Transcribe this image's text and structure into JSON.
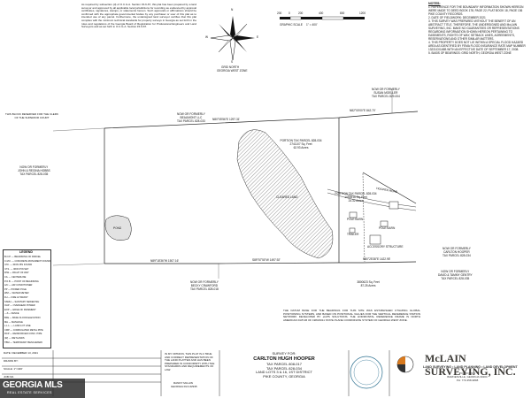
{
  "north_arrow": {
    "label": "GRID NORTH",
    "zone": "GEORGIA WEST ZONE",
    "n": "N",
    "e": "E",
    "s": "S",
    "w": "W"
  },
  "scale_bar": {
    "label": "GRAPHIC SCALE",
    "ratio": "1\" = 400'",
    "ticks": [
      "200",
      "0",
      "200",
      "400",
      "800",
      "1200"
    ]
  },
  "notes": {
    "title": "NOTES:",
    "items": [
      "1. REFERENCE FOR THE BOUNDARY INFORMATION SHOWN HEREON WERE MADE TO DEED BOOK 178, PAGE 22; PLAT BOOK 18, PAGE 136 PIKE COUNTY RECORDS.",
      "2. DATE OF FIELDWORK: DECEMBER 2021",
      "3. THIS SURVEY WAS PREPARED WITHOUT THE BENEFIT OF AN ABSTRACT TITLE, THEREFORE, THE UNDERSIGNED AND McLAIN SURVEYING, INC. MAKE NO GUARANTEES OR REPRESENTATIONS REGARDING INFORMATION SHOWN HEREON PERTAINING TO EASEMENTS, RIGHTS OF WAY, SETBACK LINES, AGREEMENTS, RESERVATIONS AND OTHER SIMILAR MATTERS.",
      "4. THIS PROPERTY DOES NOT LIE WITHIN A SPECIAL FLOOD HAZARD AREA AS IDENTIFIED BY FEMA FLOOD INSURANCE RATE MAP NUMBER 13231C0145B WITH AN EFFECTIVE DATE OF SEPTEMBER 17, 2008.",
      "5. BASIS OF BEARINGS: GRID NORTH, GEORGIA WEST ZONE"
    ]
  },
  "cert_text": "As required by subsection (d) of O.C.G.A. Section 15-6-67, this plat has been prepared by a land surveyor and approved by all applicable local jurisdictions for recording as evidenced by approval certificates, signatures, stamps, or statements hereon. Such approvals or affirmations should be confirmed with the appropriate governmental bodies by any purchaser or user of this plat as to intended use of any parcel. Furthermore, the undersigned land surveyor certifies that this plat complies with the minimum technical standards for property surveys in Georgia as set forth in the rules and regulations of the Georgia Board of Registration for Professional Engineers and Land Surveyors and as set forth in O.C.G.A. Section 15-6-67.",
  "clerk_space": "THIS BLOCK RESERVED FOR THE CLERK OF THE SUPERIOR COURT",
  "parcels": {
    "portion_a": {
      "name": "PORTION TAX PARCEL 828-034",
      "sqft": "2741107 Sq. Feet",
      "acres": "62.93 Acres"
    },
    "portion_b": {
      "name": "PORTION TAX PARCEL 828-034",
      "sqft": "1059516 Sq. Feet",
      "acres": "24.32 Acres"
    },
    "total": {
      "sqft": "3800623 Sq. Feet",
      "acres": "87.25 Acres"
    },
    "cleared": "CLEARED LAND",
    "pond": "POND",
    "pole_barn": "POLE BARN",
    "trailer": "TRAILER",
    "pole_barn_2": "POLE BARN",
    "accessory": "ACCESSORY STRUCTURE"
  },
  "adjoiners": [
    {
      "label": "NOW OR FORMERLY\nBEAUMONT LLC\nTAX PARCEL 828-033"
    },
    {
      "label": "NOW OR FORMERLY\nSUSAN MOELLER\nTAX PARCEL 829-004"
    },
    {
      "label": "NOW OR FORMERLY\nJOHN & REGINA HOBBS\nTAX PARCEL 828-035"
    },
    {
      "label": "NOW OR FORMERLY\nBECKY CRAWFORD\nTAX PARCEL 828-018"
    },
    {
      "label": "NOW OR FORMERLY\nCARLTON HOOPER\nTAX PARCEL 828-034"
    },
    {
      "label": "NOW OR FORMERLY\nDAVID & TAMMY GENTRY\nTAX PARCEL 828-035"
    }
  ],
  "road": "HOOPER ROAD",
  "bearings": [
    "N80°05'56\"E 1297.31'",
    "N80°25'38\"E 1422.95'",
    "N82°00'00\"E 842.70'",
    "N89°18'36\"W 1507.16'",
    "S89°57'50\"W 1497.92'"
  ],
  "legend": {
    "title": "LEGEND",
    "rows": [
      "B.O.P.  — BEGINNING OF PARCEL",
      "C.M.F. — CONCRETE MONUMENT FOUND",
      "I.P.F.  — IRON PIN FOUND",
      "I.P.S.  — IRON PIN SET",
      "R/W  — RIGHT OF WAY",
      "C/L  — CENTERLINE",
      "P.O.B. — POINT OF BEGINNING",
      "A/C  — AIR CONDITIONER",
      "PP  — POWER POLE",
      "WM  — WATER METER",
      "FH  — FIRE HYDRANT",
      "SSMH — SANITARY SEWER MH",
      "OHP  — OVERHEAD POWER",
      "EOP  — EDGE OF PAVEMENT",
      "---X--- FENCE",
      "BFE  — BASE FLOOD ELEVATION",
      "MH  — MANHOLE",
      "L.L.L. — LAND LOT LINE",
      "CMP  — CORRUGATED METAL PIPE",
      "RCP  — REINFORCED CONC. PIPE",
      "(W)  — WETLANDS",
      "TBM  — TEMPORARY BENCHMARK"
    ]
  },
  "datum_text": "THE DATUM BASE FOR THE BEARINGS FOR THIS SITE WAS ESTABLISHED UTILIZING GLOBAL POSITIONING SYSTEMS, AND BASED ON POSITIONAL VALUES FOR THE VERTICAL REFERENCE STATION NETWORK DEVELOPED BY eGPS SOLUTIONS. THE HORIZONTAL REFERENCE FRAME IS NORTH AMERICAN DATUM OF 1983/2011 STATE PLANE COORDINATE SYSTEM OF GEORGIA WEST ZONE.",
  "lot_refs": "LAND LOTS 3 & 16  1ST DISTRICT  PIKE COUNTY, GEORGIA",
  "title_block": {
    "survey_for": "SURVEY FOR:",
    "client": "CARLTON HUGH HOOPER",
    "tax_parcel_1": "TAX PARCEL 808-017",
    "tax_parcel_2": "TAX PARCEL 828-034",
    "location": "LAND LOTS 3 & 16, 1ST DISTRICT",
    "county": "PIKE COUNTY, GEORGIA",
    "date": "DATE: DECEMBER 13, 2021",
    "drawn": "DRAWN BY:",
    "scale": "SCALE: 1\"=400'",
    "job": "JOB NO.",
    "surveyor_stmt": "IN MY OPINION, THIS PLAT IS A TRUE AND CORRECT REPRESENTATION OF THE LAND PLATTED AND HAS BEEN PREPARED IN CONFORMITY WITH THE STANDARDS AND REQUIREMENTS OF LAW.",
    "surveyor_name": "RANDY McLAIN",
    "surveyor_reg": "GEORGIA RLS #2935"
  },
  "company": {
    "name": "McLAIN SURVEYING, INC.",
    "services": "LAND SURVEYING • LAND PLANNING • LAND DEVELOPMENT",
    "addr1": "P.O. BOX 631",
    "addr2": "BARNESVILLE, GEORGIA 30204",
    "phone": "PH: 770-358-9898"
  },
  "watermark": {
    "main": "GEORGIA MLS",
    "sub": "REAL ESTATE SERVICES"
  },
  "colors": {
    "line": "#222222",
    "hatch": "#555555",
    "seal": "#2a6f8f",
    "logo": "#d97a1e"
  }
}
